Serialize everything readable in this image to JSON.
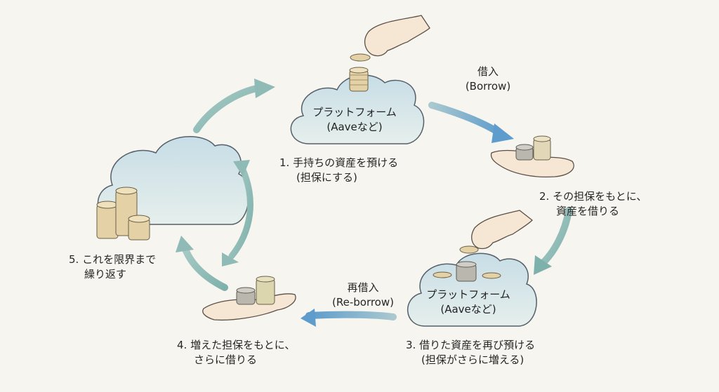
{
  "diagram": {
    "title": "Aave looping (leverage) cycle",
    "platform_cloud_top": {
      "name": "プラットフォーム",
      "sub": "(Aaveなど)"
    },
    "platform_cloud_bottom": {
      "name": "プラットフォーム",
      "sub": "(Aaveなど)"
    },
    "steps": [
      {
        "line1": "1. 手持ちの資産を預ける",
        "line2": "(担保にする)"
      },
      {
        "line1": "2. その担保をもとに、",
        "line2": "資産を借りる"
      },
      {
        "line1": "3. 借りた資産を再び預ける",
        "line2": "(担保がさらに増える)"
      },
      {
        "line1": "4. 増えた担保をもとに、",
        "line2": "さらに借りる"
      },
      {
        "line1": "5. これを限界まで",
        "line2": "繰り返す"
      }
    ],
    "arrows": [
      {
        "label_jp": "借入",
        "label_en": "(Borrow)"
      },
      {
        "label_jp": "再借入",
        "label_en": "(Re-borrow)"
      }
    ],
    "colors": {
      "background": "#f7f5ef",
      "cloud_fill": "#d6e6ea",
      "arrow_blue": "#6fa6c9",
      "arrow_teal": "#8fbab5",
      "coin_gold": "#e4d2a6",
      "coin_gray": "#b9b7ae",
      "skin": "#f6e6d4"
    }
  }
}
